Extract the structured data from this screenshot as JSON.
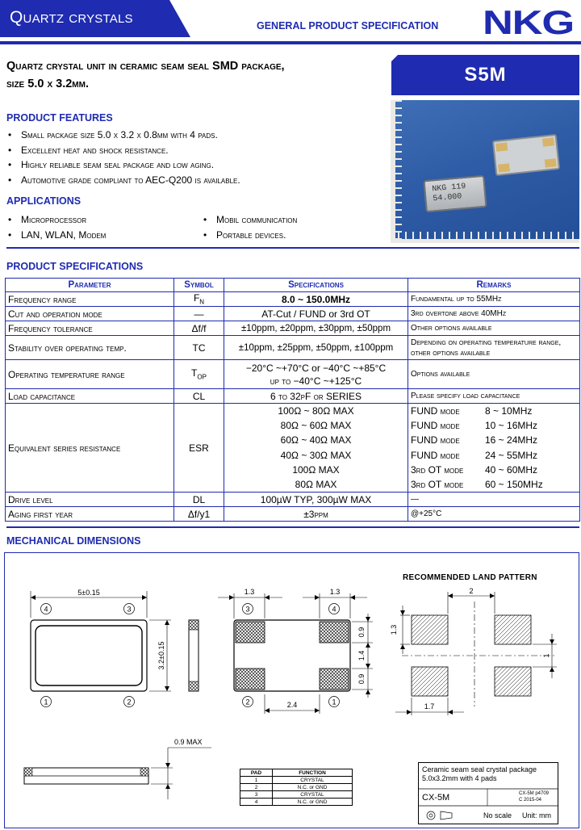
{
  "header": {
    "category": "Quartz crystals",
    "doc_type": "GENERAL PRODUCT SPECIFICATION",
    "logo": "NKG"
  },
  "product": {
    "title_line1": "Quartz crystal unit in ceramic seam seal SMD package,",
    "title_line2": "size 5.0 x 3.2mm.",
    "model": "S5M",
    "photo_chip_line1": "NKG 119",
    "photo_chip_line2": "54.000"
  },
  "features": {
    "heading": "PRODUCT FEATURES",
    "items": [
      "Small package size 5.0 x 3.2 x 0.8mm with 4 pads.",
      "Excellent heat and shock resistance.",
      "Highly reliable seam seal package and low aging.",
      "Automotive grade compliant to AEC-Q200 is available."
    ]
  },
  "applications": {
    "heading": "APPLICATIONS",
    "col1": [
      "Microprocessor",
      "LAN, WLAN, Modem"
    ],
    "col2": [
      "Mobil communication",
      "Portable devices."
    ]
  },
  "specs": {
    "heading": "PRODUCT SPECIFICATIONS",
    "columns": [
      "Parameter",
      "Symbol",
      "Specifications",
      "Remarks"
    ],
    "rows": [
      {
        "param": "Frequency range",
        "symbol": "FN",
        "spec": "8.0 ~ 150.0MHz",
        "remark": "Fundamental up to 55MHz"
      },
      {
        "param": "Cut and operation mode",
        "symbol": "—",
        "spec": "AT-Cut / FUND or 3rd OT",
        "remark": "3rd overtone above 40MHz"
      },
      {
        "param": "Frequency tolerance",
        "symbol": "Δf/f",
        "spec": "±10ppm, ±20ppm, ±30ppm, ±50ppm",
        "remark": "Other options available"
      },
      {
        "param": "Stability over operating temp.",
        "symbol": "TC",
        "spec": "±10ppm, ±25ppm, ±50ppm, ±100ppm",
        "remark": "Depending on operating temperature range, other options available"
      },
      {
        "param": "Operating temperature range",
        "symbol": "TOP",
        "spec": "−20°C ~+70°C or −40°C ~+85°C",
        "spec2": "up to −40°C ~+125°C",
        "remark": "Options available"
      },
      {
        "param": "Load capacitance",
        "symbol": "CL",
        "spec": "6 to 32pF or SERIES",
        "remark": "Please specify load capacitance"
      }
    ],
    "esr": {
      "param": "Equivalent series resistance",
      "symbol": "ESR",
      "values": [
        "100Ω ~ 80Ω MAX",
        "80Ω ~ 60Ω MAX",
        "60Ω ~ 40Ω MAX",
        "40Ω ~ 30Ω MAX",
        "100Ω MAX",
        "80Ω MAX"
      ],
      "modes": [
        "FUND mode",
        "FUND mode",
        "FUND mode",
        "FUND mode",
        "3rd OT mode",
        "3rd OT mode"
      ],
      "ranges": [
        "8 ~ 10MHz",
        "10 ~ 16MHz",
        "16 ~ 24MHz",
        "24 ~ 55MHz",
        "40 ~ 60MHz",
        "60 ~ 150MHz"
      ]
    },
    "tail_rows": [
      {
        "param": "Drive level",
        "symbol": "DL",
        "spec": "100µW TYP, 300µW MAX",
        "remark": "—"
      },
      {
        "param": "Aging first year",
        "symbol": "Δf/y1",
        "spec": "±3ppm",
        "remark": "@+25°C"
      }
    ]
  },
  "mechanical": {
    "heading": "MECHANICAL DIMENSIONS",
    "dims": {
      "width": "5±0.15",
      "height": "3.2±0.15",
      "pad_w": "1.3",
      "pad_gap": "2.4",
      "pad_h": "0.9",
      "pad_space": "1.4",
      "max_h": "0.9 MAX"
    },
    "pins": [
      "4",
      "3",
      "1",
      "2"
    ],
    "land_pattern": {
      "title": "RECOMMENDED LAND PATTERN",
      "gap": "2",
      "pad_h": "1.3",
      "vgap": "1",
      "pad_w": "1.7"
    },
    "pad_table": {
      "headers": [
        "PAD",
        "FUNCTION"
      ],
      "rows": [
        [
          "1",
          "CRYSTAL"
        ],
        [
          "2",
          "N.C. or GND"
        ],
        [
          "3",
          "CRYSTAL"
        ],
        [
          "4",
          "N.C. or GND"
        ]
      ]
    },
    "title_block": {
      "desc1": "Ceramic seam seal crystal package",
      "desc2": "5.0x3.2mm with 4 pads",
      "code": "CX-5M",
      "ref1": "CX-5M p4709",
      "ref2": "C   2015-04",
      "scale": "No scale",
      "unit": "Unit: mm"
    }
  }
}
